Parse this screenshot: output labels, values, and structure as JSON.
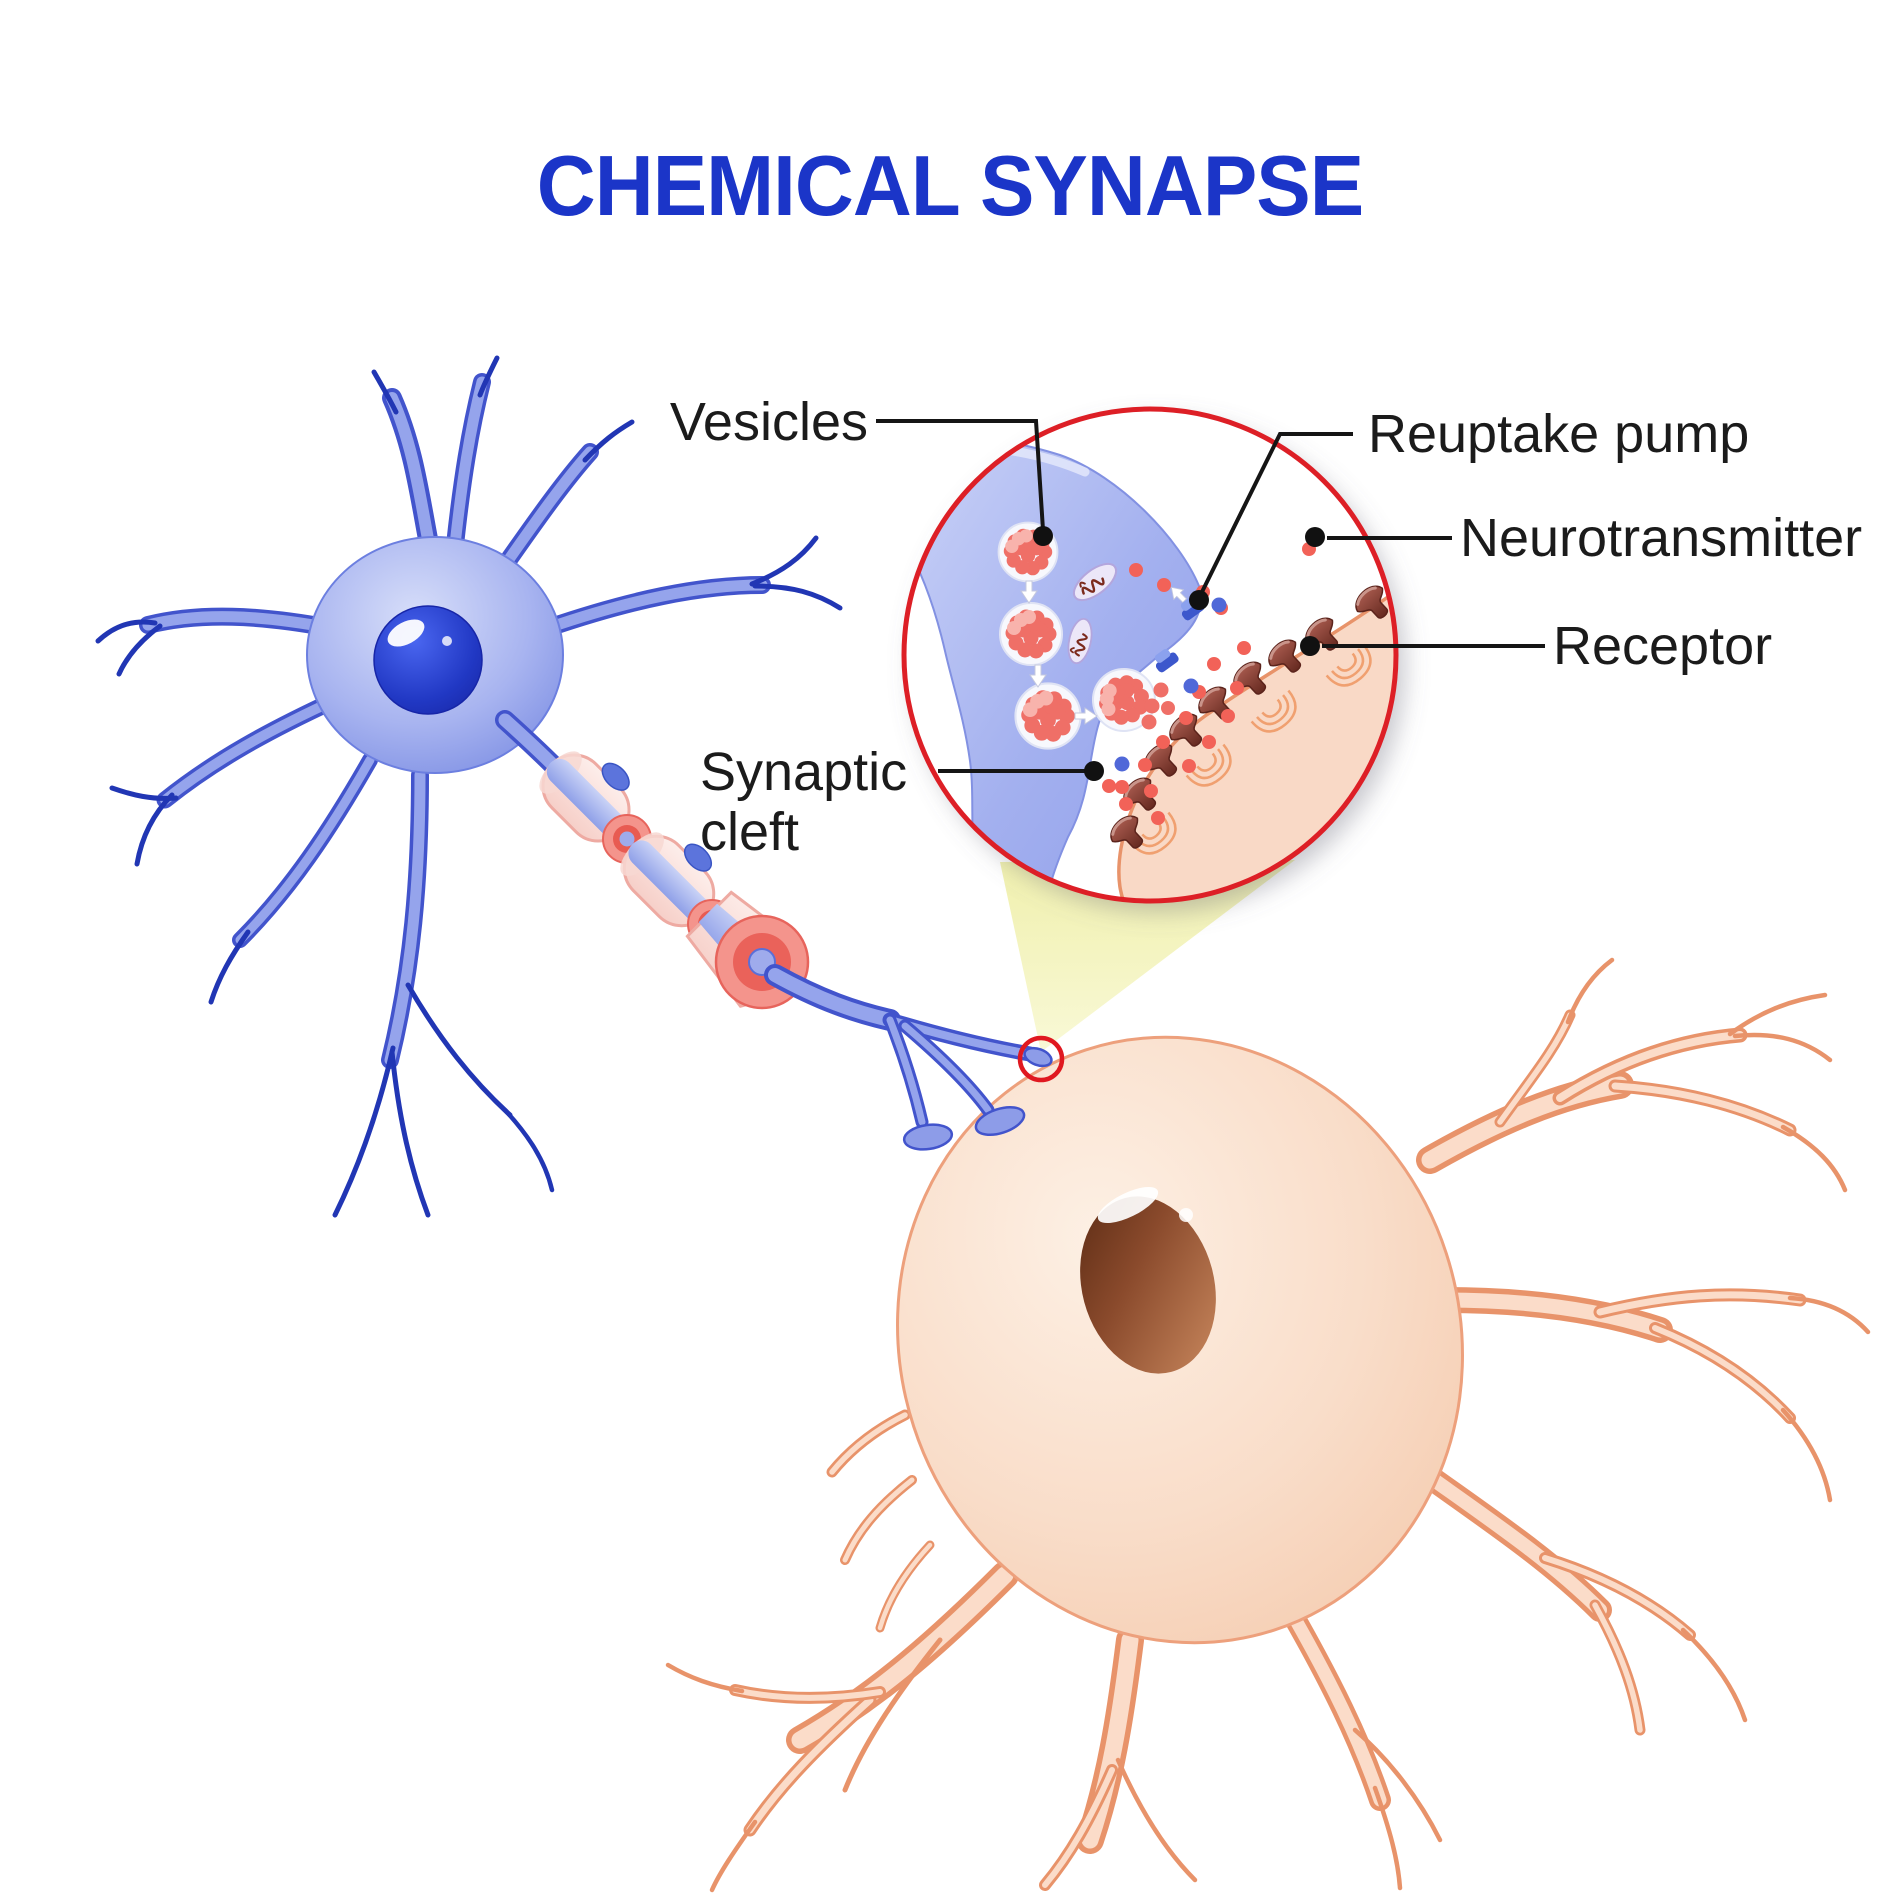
{
  "title": {
    "text": "CHEMICAL SYNAPSE",
    "color": "#1b35c8"
  },
  "labels": {
    "vesicles": "Vesicles",
    "reuptake_pump": "Reuptake pump",
    "neurotransmitter": "Neurotransmitter",
    "receptor": "Receptor",
    "synaptic_cleft_line1": "Synaptic",
    "synaptic_cleft_line2": "cleft"
  },
  "colors": {
    "title_blue": "#1b35c8",
    "label_text": "#1b1b1b",
    "callout_line": "#151515",
    "magnifier_ring_red": "#dd1f26",
    "zoom_beam_yellow": "#f3f3b6",
    "presynaptic_neuron_blue": "#95a4ec",
    "presynaptic_outline_blue": "#4254cc",
    "neuron_nucleus_blue": "#1c2fb4",
    "myelin_pink": "#fbe2de",
    "node_of_ranvier_red": "#e85b52",
    "axon_blue": "#9fabec",
    "postsynaptic_peach": "#f9d9c6",
    "postsynaptic_outline": "#e8936a",
    "postsynaptic_nucleus_brown": "#63301a",
    "vesicle_ball_red": "#ef6f67",
    "mitochondrion_lavender": "#ece7f8",
    "reuptake_pump_blue": "#3c57cc",
    "neurotransmitter_red": "#f26258",
    "neurotransmitter_alt_blue": "#5068d8",
    "receptor_maroon": "#66291f",
    "signal_ripple_orange": "#f0a070"
  },
  "parts": [
    "presynaptic neuron",
    "dendrites",
    "cell body (soma)",
    "nucleus",
    "axon",
    "myelin sheath",
    "node of Ranvier",
    "axon terminals",
    "synapse magnifier circle",
    "synaptic vesicles",
    "mitochondrion",
    "reuptake pumps",
    "neurotransmitter molecules",
    "receptors",
    "synaptic cleft",
    "postsynaptic neuron"
  ]
}
